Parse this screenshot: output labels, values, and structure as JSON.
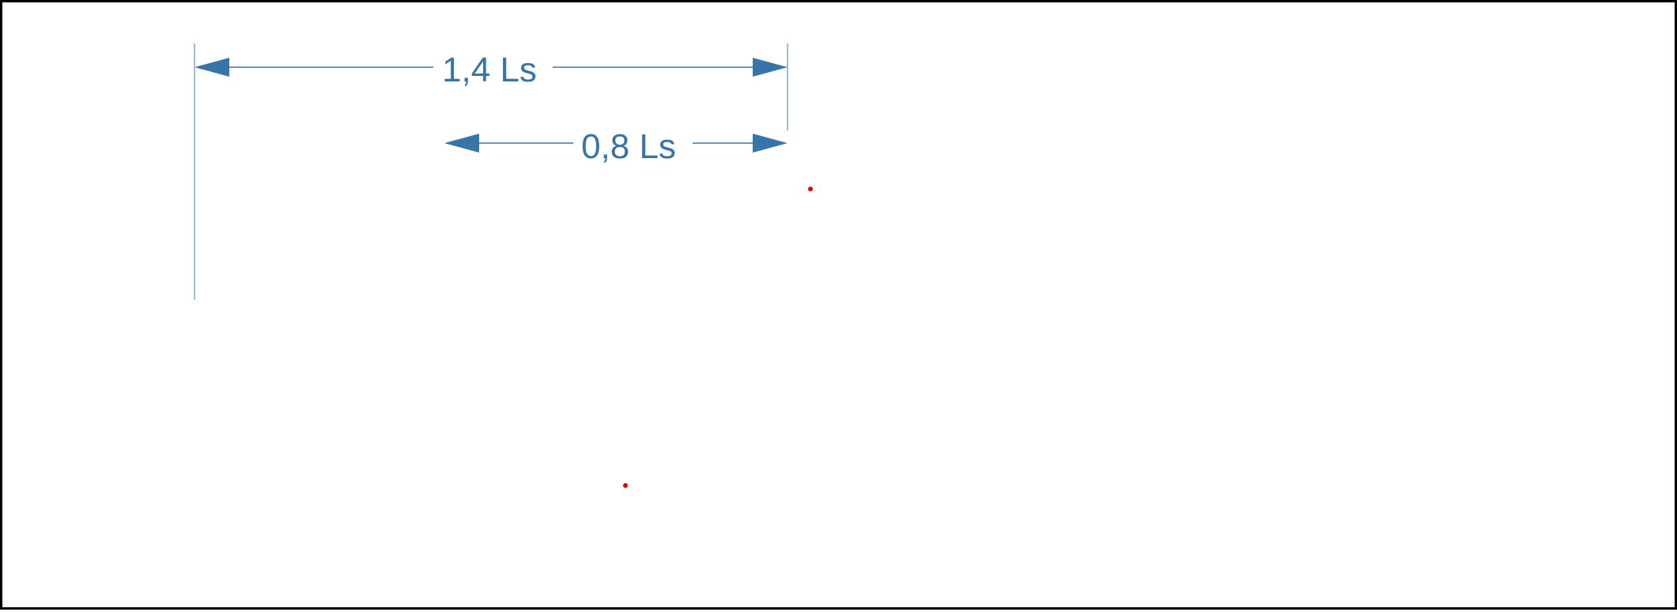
{
  "diagram": {
    "colors": {
      "dimension": "#3674AA",
      "extension_line": "#7FA8CC",
      "marker": "#E00000",
      "frame": "#000000",
      "background": "#FFFFFF"
    },
    "dimensions": [
      {
        "id": "dim-1-4",
        "label": "1,4 Ls"
      },
      {
        "id": "dim-0-8",
        "label": "0,8 Ls"
      }
    ],
    "markers": [
      {
        "id": "marker-1"
      },
      {
        "id": "marker-2"
      }
    ]
  }
}
